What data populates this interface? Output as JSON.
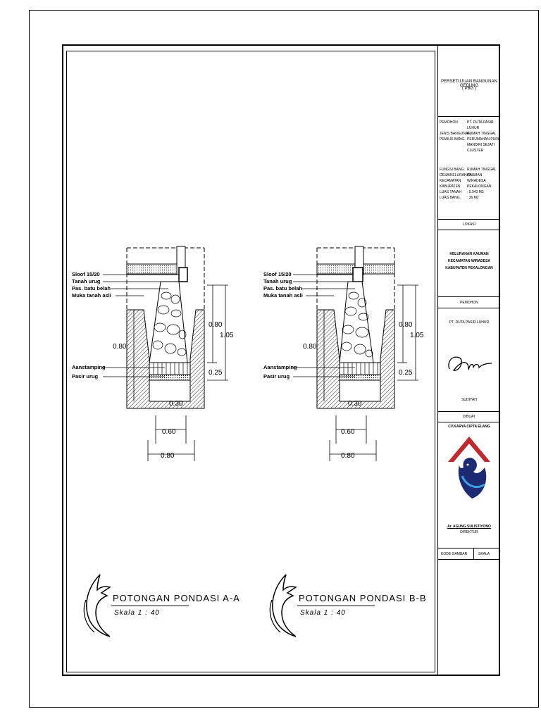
{
  "sections": [
    {
      "id": "a",
      "labels": {
        "sloof": "Sloof 15/20",
        "tanah_urug": "Tanah urug",
        "pas_batu": "Pas. batu belah",
        "muka_tanah": "Muka tanah asli",
        "aanstamping": "Aanstamping",
        "pasir_urug": "Pasir urug"
      },
      "dims": {
        "d080_right": "0.80",
        "d105": "1.05",
        "d080_left": "0.80",
        "d025": "0.25",
        "d030": "0.30",
        "d060": "0.60",
        "d080_bottom": "0.80"
      },
      "title": "POTONGAN PONDASI A-A",
      "scale": "Skala 1 : 40"
    },
    {
      "id": "b",
      "labels": {
        "sloof": "Sloof 15/20",
        "tanah_urug": "Tanah urug",
        "pas_batu": "Pas. batu belah",
        "muka_tanah": "Muka tanah asli",
        "aanstamping": "Aanstamping",
        "pasir_urug": "Pasir urug"
      },
      "dims": {
        "d080_right": "0.80",
        "d105": "1.05",
        "d080_left": "0.80",
        "d025": "0.25",
        "d030": "0.30",
        "d060": "0.60",
        "d080_bottom": "0.80"
      },
      "title": "POTONGAN PONDASI B-B",
      "scale": "Skala 1 : 40"
    }
  ],
  "title_block": {
    "heading_line1": "PERSETUJUAN BANGUNAN GEDUNG",
    "heading_line2": "( PBG )",
    "info": [
      {
        "label": "PEMOHON",
        "value": "PT. DUTA PASIR"
      },
      {
        "label": "",
        "value": "LUHUR"
      },
      {
        "label": "JENIS BANGUNAN",
        "value": "RUMAH TINGGAL"
      },
      {
        "label": "PEMILIK BANG.",
        "value": "PERUMAHAN PURI"
      },
      {
        "label": "",
        "value": "MANDIRI SEJATI"
      },
      {
        "label": "",
        "value": "CLUSTER"
      },
      {
        "label": "FUNGSI BANG.",
        "value": "RUMAH TINGGAL"
      },
      {
        "label": "DESA/KELURAHAN",
        "value": "KAUMAN"
      },
      {
        "label": "KECAMATAN",
        "value": "WIRADESA"
      },
      {
        "label": "KABUPATEN",
        "value": "PEKALONGAN"
      },
      {
        "label": "LUAS TANAH",
        "value": ": 5.943 M2"
      },
      {
        "label": "LUAS BANG.",
        "value": ": 36 M2"
      }
    ],
    "lokasi_label": "LOKASI",
    "lokasi_lines": [
      "KELURAHAN KAUMAN",
      "KECAMATAN WIRADESA",
      "KABUPATEN PEKALONGAN"
    ],
    "pemohon_label": "PEMOHON",
    "pemohon_name": "PT. DUTA PASIR LUHUR",
    "signer": "SUDIYAH",
    "dibuat_label": "DIBUAT",
    "company": "CV.KARYA CIPTA ELANG",
    "director_name": "Ar. AGUNG SULISTIYONO",
    "director_title": "DIREKTUR",
    "kode_gambar": "KODE GAMBAR",
    "skala": "SKALA"
  }
}
